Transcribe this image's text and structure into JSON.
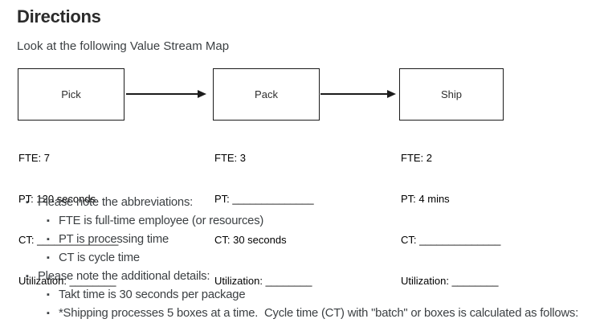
{
  "header": {
    "title": "Directions",
    "subtitle": "Look at the following Value Stream Map"
  },
  "diagram": {
    "stations": [
      {
        "label": "Pick",
        "stats": [
          "FTE: 7",
          "PT: 120 seconds",
          "CT: ______________",
          "Utilization: ________"
        ]
      },
      {
        "label": "Pack",
        "stats": [
          "FTE: 3",
          "PT: ______________",
          "CT: 30 seconds",
          "Utilization: ________"
        ]
      },
      {
        "label": "Ship",
        "stats": [
          "FTE: 2",
          "PT: 4 mins",
          "CT: ______________",
          "Utilization: ________"
        ]
      }
    ]
  },
  "notes": [
    {
      "level": 1,
      "text": "Please note the abbreviations:"
    },
    {
      "level": 2,
      "text": "FTE is full-time employee (or resources)"
    },
    {
      "level": 2,
      "text": "PT is processing time"
    },
    {
      "level": 2,
      "text": "CT is cycle time"
    },
    {
      "level": 1,
      "text": "Please note the additional details:"
    },
    {
      "level": 2,
      "text": "Takt time is 30 seconds per package"
    },
    {
      "level": 2,
      "text": "*Shipping processes 5 boxes at a time.  Cycle time (CT) with \"batch\" or boxes is calculated as follows:"
    }
  ],
  "colors": {
    "heading": "#2b2b2b",
    "body_text": "#3c4043",
    "diagram_ink": "#1c1c1c"
  },
  "bullet_glyph": "▪"
}
